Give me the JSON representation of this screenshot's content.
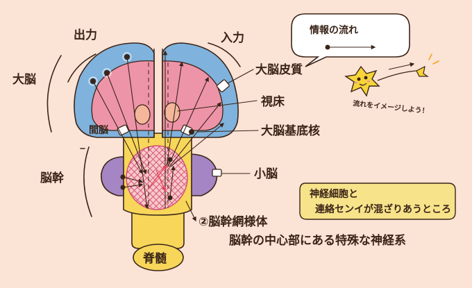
{
  "labels": {
    "output": "出力",
    "input": "入力",
    "cerebrum": "大脳",
    "diencephalon": "間脳",
    "brainstem": "脳幹",
    "cortex": "大脳皮質",
    "thalamus": "視床",
    "basal_ganglia": "大脳基底核",
    "cerebellum": "小脳",
    "spinal_cord": "脊髄",
    "reticular_title": "②脳幹網様体",
    "reticular_desc": "脳幹の中心部にある特殊な神経系"
  },
  "bubble": {
    "title": "情報の流れ",
    "caption": "流れをイメージしよう！"
  },
  "note": {
    "line1": "神経細胞と",
    "line2": "連絡センイが混ざりあうところ"
  },
  "colors": {
    "background": "#fbe3d6",
    "cortex_blue": "#7fb2dc",
    "cerebrum_pink": "#ee94a8",
    "brainstem_yellow": "#f7d65a",
    "cerebellum_purple": "#a585c3",
    "thalamus_peach": "#f4b79c",
    "ink": "#3a2418",
    "character_yellow": "#f6d43a"
  }
}
